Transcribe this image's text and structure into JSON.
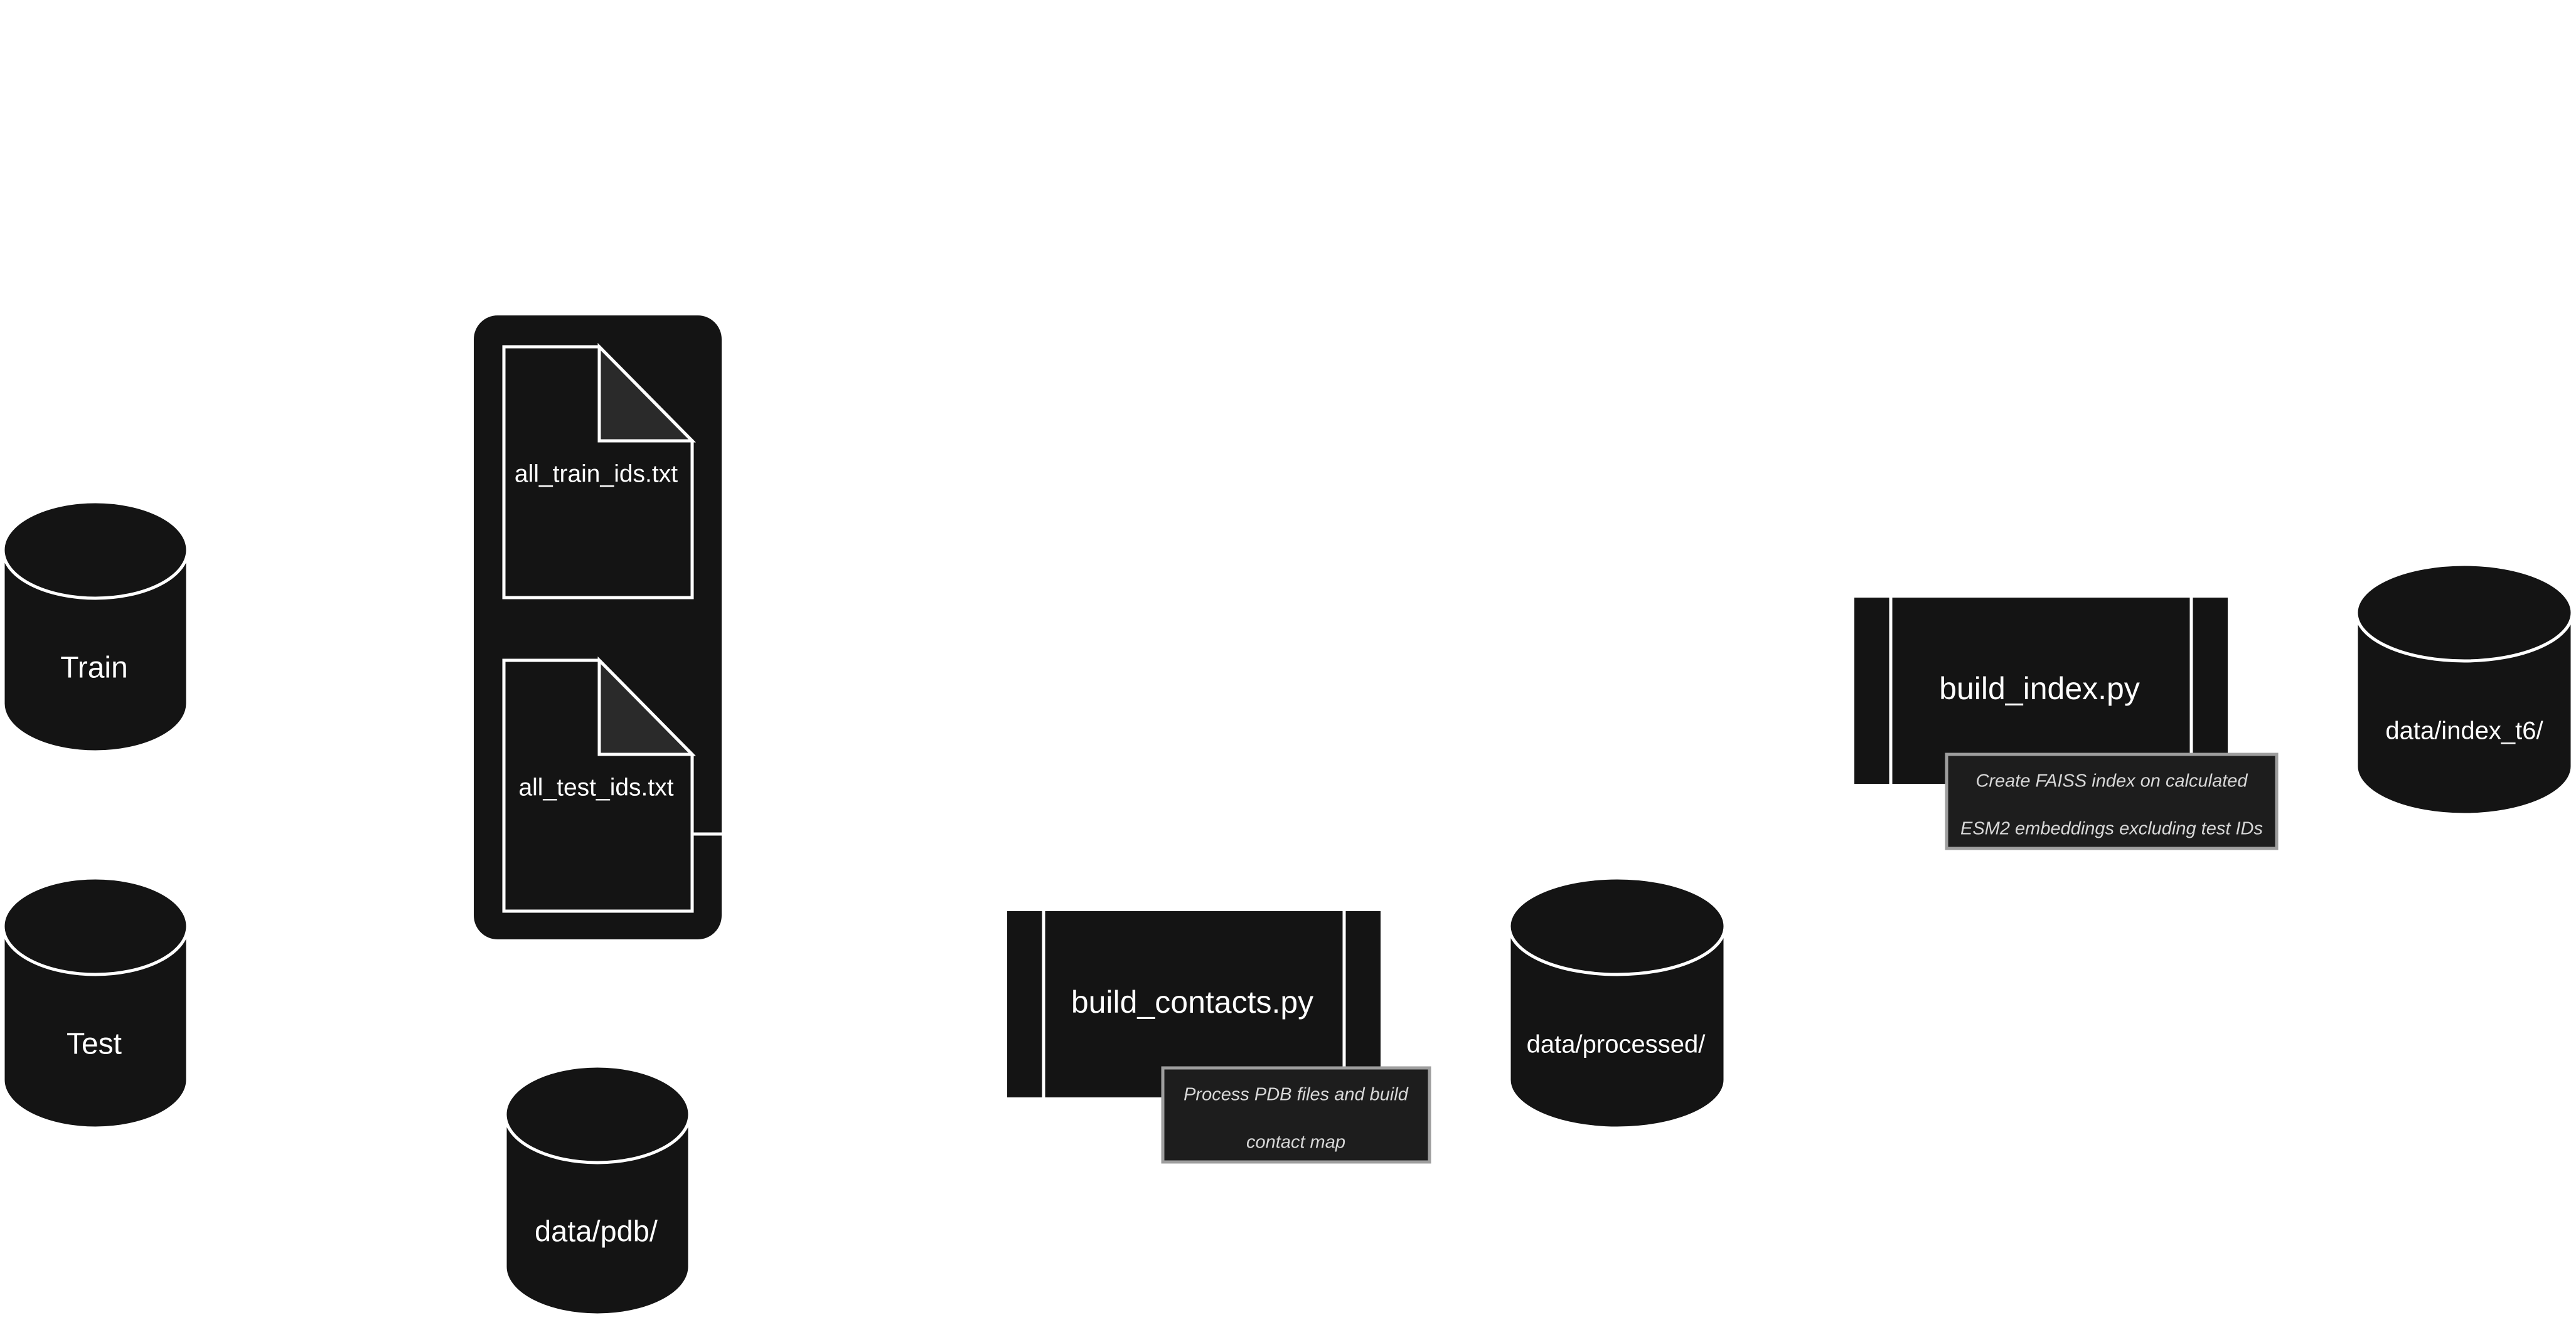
{
  "diagram": {
    "databases": {
      "train": "Train",
      "test": "Test",
      "pdb": "data/pdb/",
      "processed": "data/processed/",
      "index": "data/index_t6/"
    },
    "files": {
      "train_ids": "all_train_ids.txt",
      "test_ids": "all_test_ids.txt"
    },
    "processes": {
      "build_contacts": "build_contacts.py",
      "build_index": "build_index.py"
    },
    "notes": {
      "build_contacts": [
        "Process PDB files and build",
        "contact map"
      ],
      "build_index": [
        "Create FAISS index on calculated",
        "ESM2 embeddings excluding test IDs"
      ]
    }
  }
}
